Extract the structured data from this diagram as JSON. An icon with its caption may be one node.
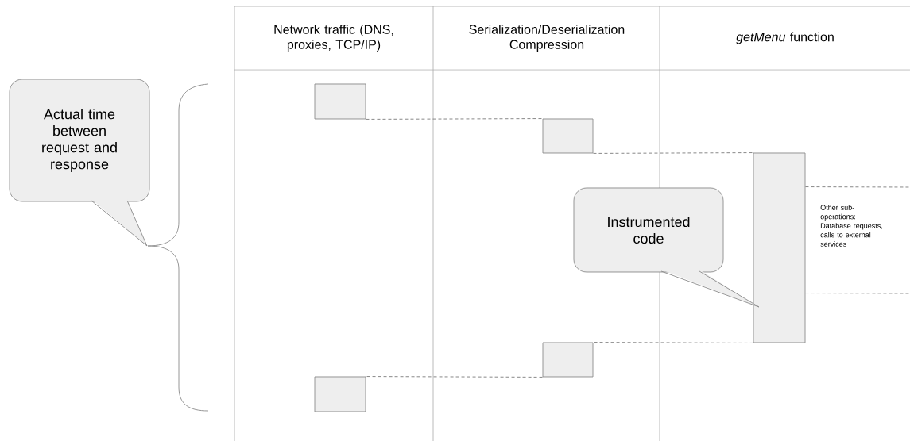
{
  "diagram": {
    "nodes": [
      {
        "text": [
          "Actual time between request and response"
        ]
      },
      {
        "text": [],
        "shape": "box"
      },
      {
        "text": [],
        "shape": "box"
      },
      {
        "text": [],
        "shape": "box"
      },
      {
        "text": [
          "Instrumented code"
        ]
      },
      {
        "text": [],
        "shape": "box"
      },
      {
        "text": [],
        "shape": "box"
      }
    ],
    "edges": [
      {
        "from": 1,
        "to": 2,
        "arrow": "none",
        "style": "dashed"
      },
      {
        "from": 2,
        "to": 3,
        "arrow": "none",
        "style": "dashed"
      },
      {
        "from": 3,
        "to": null,
        "arrow": "none",
        "style": "dashed"
      },
      {
        "from": 3,
        "to": null,
        "arrow": "none",
        "style": "dashed"
      },
      {
        "from": 3,
        "to": 5,
        "arrow": "none",
        "style": "dashed"
      },
      {
        "from": 5,
        "to": 6,
        "arrow": "none",
        "style": "dashed"
      }
    ],
    "labels": [
      "Network traffic (DNS, proxies, TCP/IP)",
      "Serialization/Deserialization Compression",
      "*getMenu* function",
      "Other sub-operations: Database requests, calls to external services"
    ]
  }
}
